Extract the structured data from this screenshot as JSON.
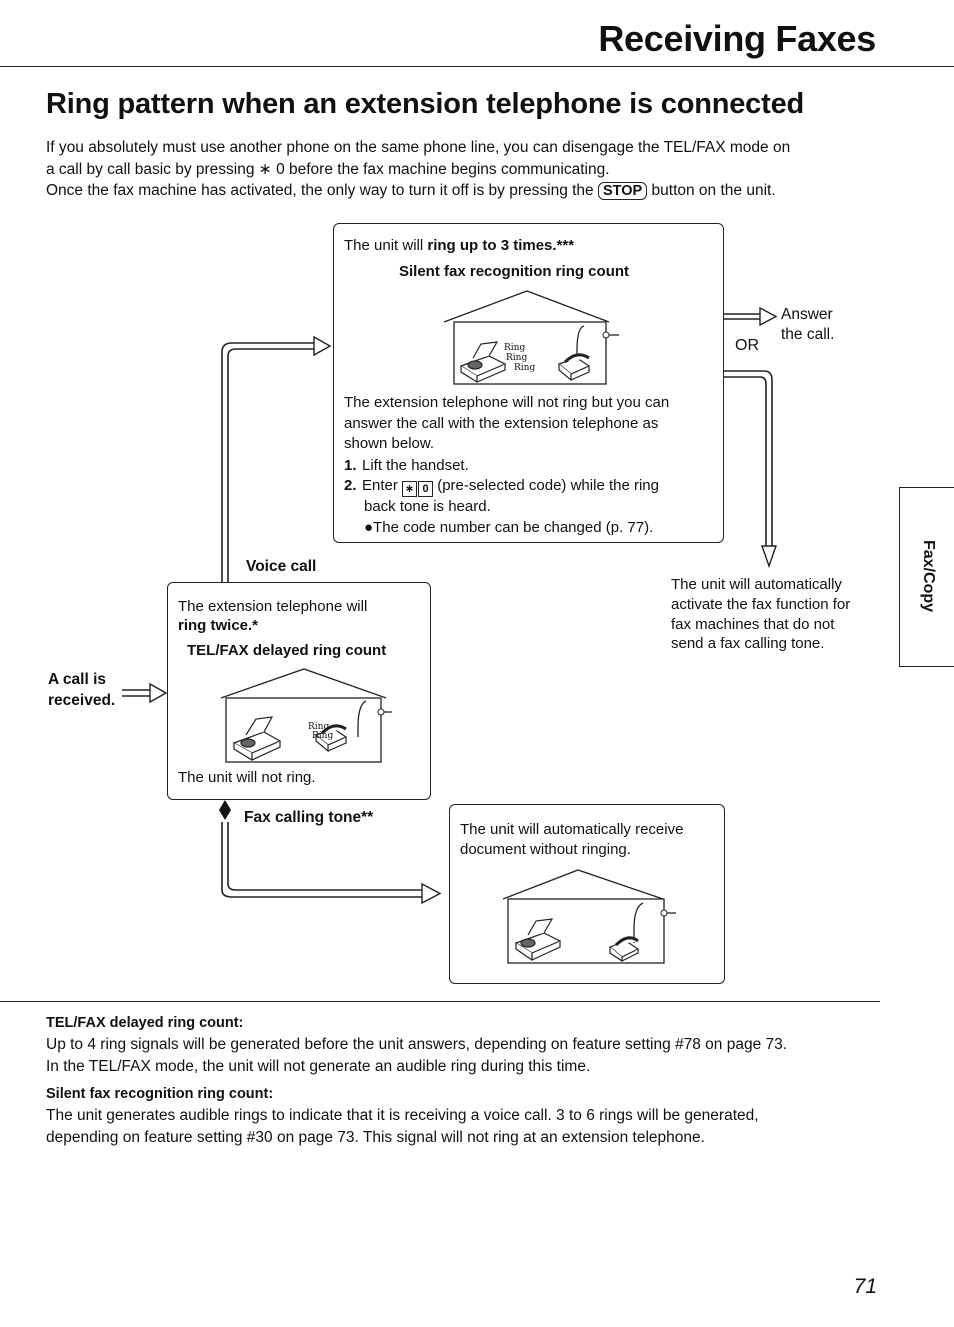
{
  "header": {
    "title": "Receiving Faxes"
  },
  "section": {
    "title": "Ring pattern when an extension telephone is connected",
    "intro_line1": "If you absolutely must use another phone on the same phone line, you can disengage the TEL/FAX mode on",
    "intro_line2": "a call by call basic by pressing ∗ 0 before the fax machine begins communicating.",
    "intro_line3_pre": "Once the fax machine has activated, the only way to turn it off is by pressing the",
    "intro_line3_key": "STOP",
    "intro_line3_post": "button on the unit."
  },
  "diagram": {
    "left_label_line1": "A call is",
    "left_label_line2": "received.",
    "voice_call_label": "Voice call",
    "fax_tone_label": "Fax calling tone**",
    "tel_fax_box": {
      "line1": "The extension telephone will",
      "line2": "ring twice.*",
      "heading": "TEL/FAX delayed ring count",
      "ring_text_1": "Ring",
      "ring_text_2": "Ring",
      "footer": "The unit will not ring."
    },
    "silent_box": {
      "line1_pre": "The unit will",
      "line1_bold": "ring up to 3 times.***",
      "heading": "Silent fax recognition ring count",
      "ring_text_1": "Ring",
      "ring_text_2": "Ring",
      "ring_text_3": "Ring",
      "desc1": "The extension telephone will not ring but you can",
      "desc2": "answer the call with the extension telephone as",
      "desc3": "shown below.",
      "step1_num": "1.",
      "step1": "Lift the handset.",
      "step2_num": "2.",
      "step2_pre": "Enter",
      "key_star": "∗",
      "key_zero": "0",
      "step2_post": "(pre-selected code) while the ring",
      "step2_line2": "back tone is heard.",
      "bullet": "●The code number can be changed (p. 77)."
    },
    "answer_line1": "Answer",
    "answer_line2": "the call.",
    "or_label": "OR",
    "auto_activate": [
      "The unit will automatically",
      "activate the fax function for",
      "fax machines that do not",
      "send a fax calling tone."
    ],
    "receive_box": {
      "line1": "The unit will automatically receive",
      "line2": "document without ringing."
    }
  },
  "notes": {
    "tel_fax_heading": "TEL/FAX delayed ring count:",
    "tel_fax_line1": "Up to 4 ring signals will be generated before the unit answers, depending on feature setting #78 on page 73.",
    "tel_fax_line2": "In the TEL/FAX mode, the unit will not generate an audible ring during this time.",
    "silent_heading": "Silent fax recognition ring count:",
    "silent_line1": "The unit generates audible rings to indicate that it is receiving a voice call. 3 to 6 rings will be generated,",
    "silent_line2": "depending on feature setting #30 on page 73. This signal will not ring at an extension telephone."
  },
  "side_tab": {
    "label": "Fax/Copy"
  },
  "page_number": "71"
}
